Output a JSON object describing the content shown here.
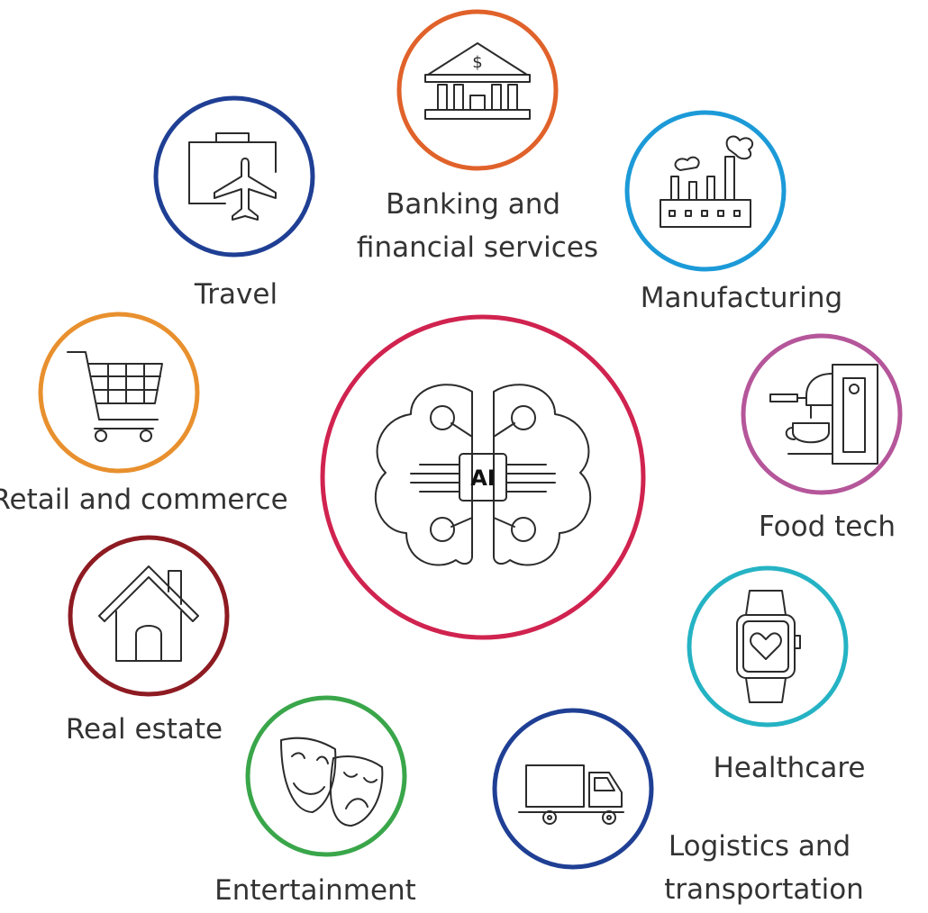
{
  "center": {
    "label": "AI",
    "icon": "brain-circuit-icon",
    "color": "#d0234f"
  },
  "sectors": [
    {
      "key": "banking",
      "label_lines": [
        "Banking and",
        "financial services"
      ],
      "icon": "bank-icon",
      "color": "#e0622a"
    },
    {
      "key": "travel",
      "label_lines": [
        "Travel"
      ],
      "icon": "luggage-airplane-icon",
      "color": "#1f3f94"
    },
    {
      "key": "manufacturing",
      "label_lines": [
        "Manufacturing"
      ],
      "icon": "factory-icon",
      "color": "#1c9ad8"
    },
    {
      "key": "retail",
      "label_lines": [
        "Retail and commerce"
      ],
      "icon": "shopping-cart-icon",
      "color": "#e8902e"
    },
    {
      "key": "foodtech",
      "label_lines": [
        "Food tech"
      ],
      "icon": "coffee-machine-icon",
      "color": "#b5569a"
    },
    {
      "key": "realestate",
      "label_lines": [
        "Real estate"
      ],
      "icon": "house-icon",
      "color": "#8e1b22"
    },
    {
      "key": "healthcare",
      "label_lines": [
        "Healthcare"
      ],
      "icon": "smartwatch-heart-icon",
      "color": "#25b3c4"
    },
    {
      "key": "entertainment",
      "label_lines": [
        "Entertainment"
      ],
      "icon": "theater-masks-icon",
      "color": "#3aa64a"
    },
    {
      "key": "logistics",
      "label_lines": [
        "Logistics and",
        "transportation"
      ],
      "icon": "delivery-truck-icon",
      "color": "#1f3f94"
    }
  ]
}
